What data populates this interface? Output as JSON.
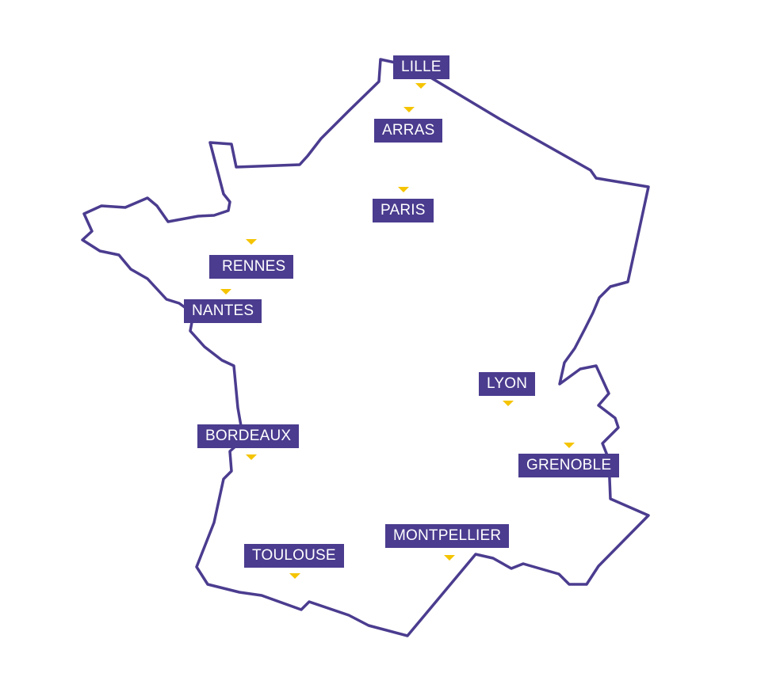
{
  "colors": {
    "outline": "#4b3c8f",
    "label_background": "#4b3c8f",
    "label_text": "#ffffff",
    "marker": "#f5c400",
    "background": "#ffffff"
  },
  "cities": [
    {
      "id": "lille",
      "name": "LILLE"
    },
    {
      "id": "arras",
      "name": "ARRAS"
    },
    {
      "id": "paris",
      "name": "PARIS"
    },
    {
      "id": "rennes",
      "name": "RENNES"
    },
    {
      "id": "nantes",
      "name": "NANTES"
    },
    {
      "id": "lyon",
      "name": "LYON"
    },
    {
      "id": "bordeaux",
      "name": "BORDEAUX"
    },
    {
      "id": "grenoble",
      "name": "GRENOBLE"
    },
    {
      "id": "montpellier",
      "name": "MONTPELLIER"
    },
    {
      "id": "toulouse",
      "name": "TOULOUSE"
    }
  ]
}
